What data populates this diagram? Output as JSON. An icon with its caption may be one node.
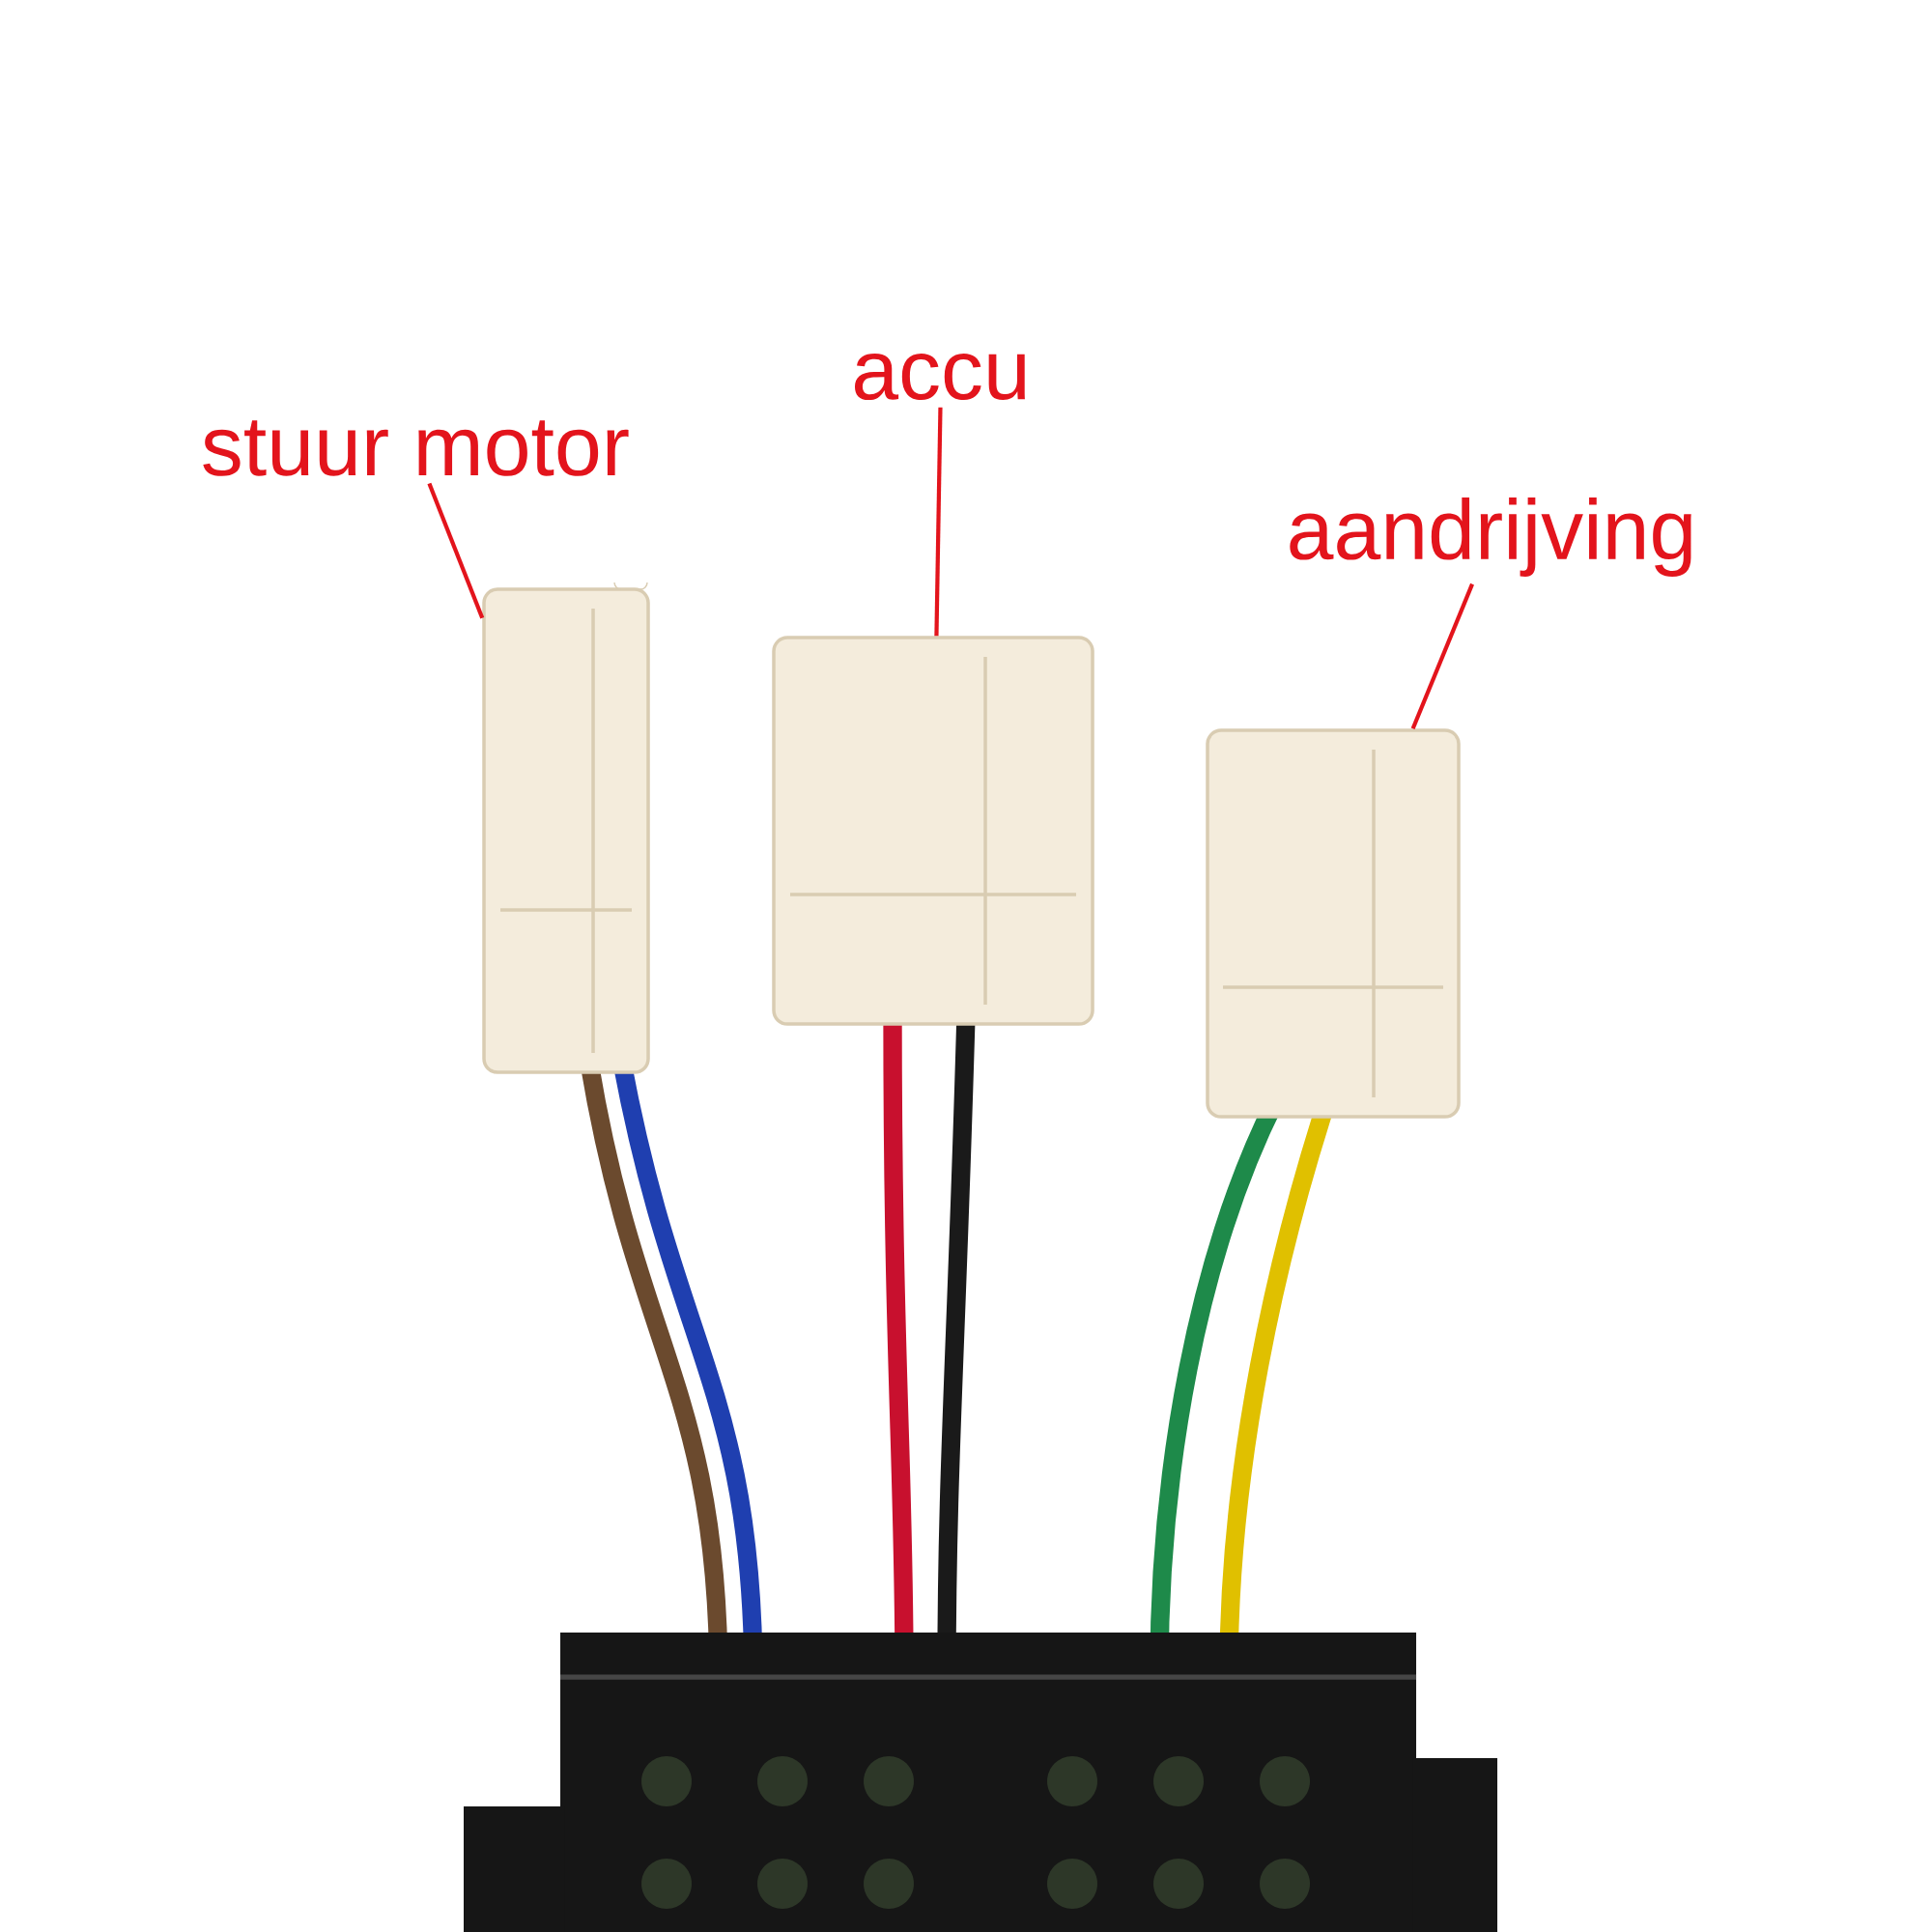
{
  "diagram": {
    "nodes": [
      {
        "text": [
          "stuur motor"
        ]
      },
      {
        "text": [
          "accu"
        ]
      },
      {
        "text": [
          "aandrijving"
        ]
      },
      {
        "text": [],
        "shape": "picture"
      },
      {
        "text": [],
        "shape": "picture"
      },
      {
        "text": [],
        "shape": "picture"
      }
    ],
    "edges": [
      {
        "from": 0,
        "to": 3,
        "arrow": "none"
      },
      {
        "from": 1,
        "to": 4,
        "arrow": "none"
      },
      {
        "from": 2,
        "to": 5,
        "arrow": "none"
      }
    ]
  }
}
